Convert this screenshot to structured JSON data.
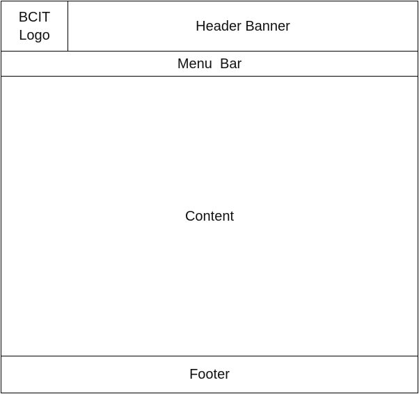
{
  "logo": {
    "label": "BCIT\nLogo"
  },
  "header": {
    "label": "Header Banner"
  },
  "menu": {
    "label": "Menu  Bar"
  },
  "content": {
    "label": "Content"
  },
  "footer": {
    "label": "Footer"
  }
}
